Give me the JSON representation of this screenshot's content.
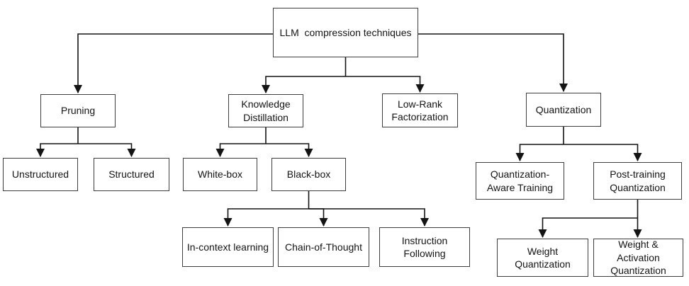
{
  "diagram": {
    "type": "tree",
    "title": "LLM  compression techniques",
    "colors": {
      "background": "#ffffff",
      "box_fill": "#ffffff",
      "box_border": "#3d3d3d",
      "line": "#141414",
      "text": "#141414"
    },
    "nodes": {
      "root": {
        "label": "LLM  compression techniques"
      },
      "pruning": {
        "label": "Pruning"
      },
      "knowledge_distillation": {
        "label": "Knowledge\nDistillation"
      },
      "low_rank_factorization": {
        "label": "Low-Rank\nFactorization"
      },
      "quantization": {
        "label": "Quantization"
      },
      "unstructured": {
        "label": "Unstructured"
      },
      "structured": {
        "label": "Structured"
      },
      "white_box": {
        "label": "White-box"
      },
      "black_box": {
        "label": "Black-box"
      },
      "quantization_aware_training": {
        "label": "Quantization-\nAware Training"
      },
      "post_training_quantization": {
        "label": "Post-training\nQuantization"
      },
      "in_context_learning": {
        "label": "In-context learning"
      },
      "chain_of_thought": {
        "label": "Chain-of-Thought"
      },
      "instruction_following": {
        "label": "Instruction\nFollowing"
      },
      "weight_quantization": {
        "label": "Weight\nQuantization"
      },
      "weight_activation_quantization": {
        "label": "Weight & Activation\nQuantization"
      }
    },
    "edges": [
      {
        "from": "root",
        "to": "pruning"
      },
      {
        "from": "root",
        "to": "knowledge_distillation"
      },
      {
        "from": "root",
        "to": "low_rank_factorization"
      },
      {
        "from": "root",
        "to": "quantization"
      },
      {
        "from": "pruning",
        "to": "unstructured"
      },
      {
        "from": "pruning",
        "to": "structured"
      },
      {
        "from": "knowledge_distillation",
        "to": "white_box"
      },
      {
        "from": "knowledge_distillation",
        "to": "black_box"
      },
      {
        "from": "black_box",
        "to": "in_context_learning"
      },
      {
        "from": "black_box",
        "to": "chain_of_thought"
      },
      {
        "from": "black_box",
        "to": "instruction_following"
      },
      {
        "from": "quantization",
        "to": "quantization_aware_training"
      },
      {
        "from": "quantization",
        "to": "post_training_quantization"
      },
      {
        "from": "post_training_quantization",
        "to": "weight_quantization"
      },
      {
        "from": "post_training_quantization",
        "to": "weight_activation_quantization"
      }
    ]
  }
}
